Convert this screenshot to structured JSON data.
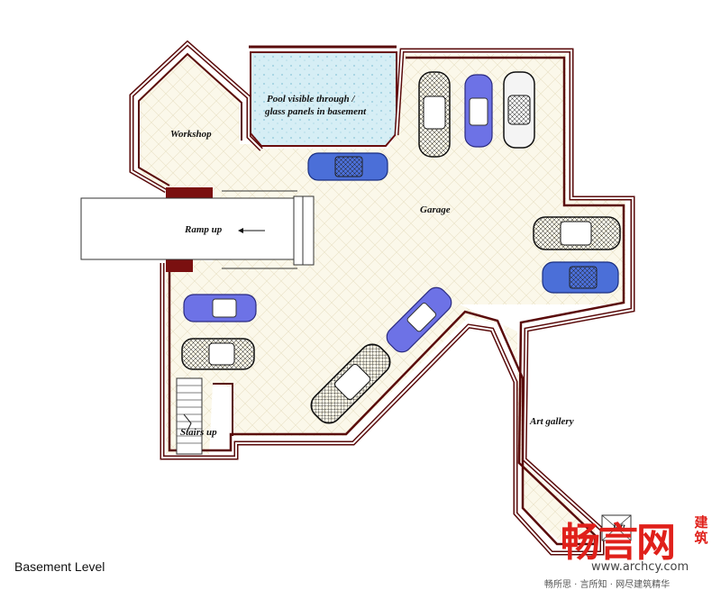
{
  "rooms": {
    "workshop": "Workshop",
    "pool_line1": "Pool visible through /",
    "pool_line2": "glass panels in basement",
    "garage": "Garage",
    "ramp": "Ramp up",
    "stairs": "Stairs up",
    "art_gallery": "Art gallery",
    "lift": "Lift"
  },
  "caption": "Basement Level",
  "watermark": {
    "logo": "畅言网",
    "side_text": "建 筑",
    "url": "www.archcy.com",
    "tagline": "畅所思 · 言所知 · 网尽建筑精华"
  },
  "colors": {
    "wall_dark": "#5a0b0b",
    "wall_red": "#8a1616",
    "floor": "#fbf8ea",
    "pool": "#cfeaf2",
    "car_blue": "#6d72e6",
    "car_wire": "#1a1a1a"
  },
  "icons": [
    "arrow-left-icon",
    "car-icon",
    "stairs-icon"
  ]
}
